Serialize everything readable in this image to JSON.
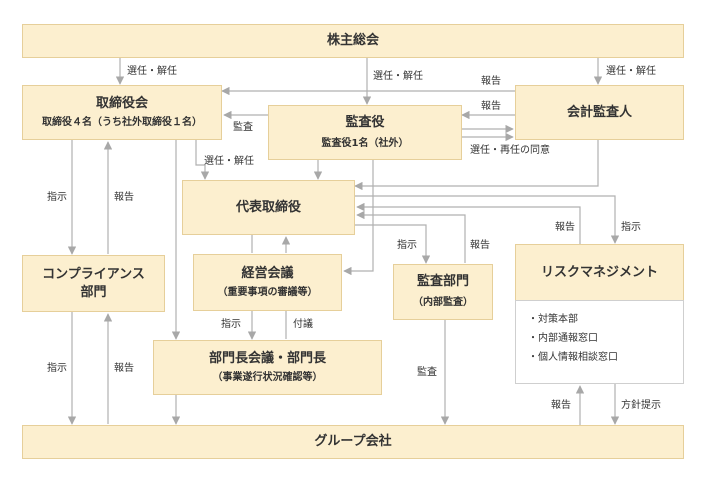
{
  "nodes": {
    "shareholders": {
      "title": "株主総会"
    },
    "board": {
      "title": "取締役会",
      "subtitle": "取締役４名（うち社外取締役１名）"
    },
    "auditor": {
      "title": "監査役",
      "subtitle": "監査役1名（社外）"
    },
    "accounting_auditor": {
      "title": "会計監査人"
    },
    "representative": {
      "title": "代表取締役"
    },
    "compliance": {
      "title": "コンプライアンス\n部門"
    },
    "management_meeting": {
      "title": "経営会議",
      "subtitle": "（重要事項の審議等）"
    },
    "internal_audit": {
      "title": "監査部門",
      "subtitle": "（内部監査）"
    },
    "risk_management": {
      "title": "リスクマネジメント",
      "items": [
        "・対策本部",
        "・内部通報窓口",
        "・個人情報相談窓口"
      ]
    },
    "dept_meeting": {
      "title": "部門長会議・部門長",
      "subtitle": "（事業遂行状況確認等）"
    },
    "group": {
      "title": "グループ会社"
    }
  },
  "labels": {
    "elect_dismiss": "選任・解任",
    "report": "報告",
    "audit": "監査",
    "elect_consent": "選任・再任の同意",
    "instruct": "指示",
    "attach": "付議",
    "policy": "方針提示"
  }
}
